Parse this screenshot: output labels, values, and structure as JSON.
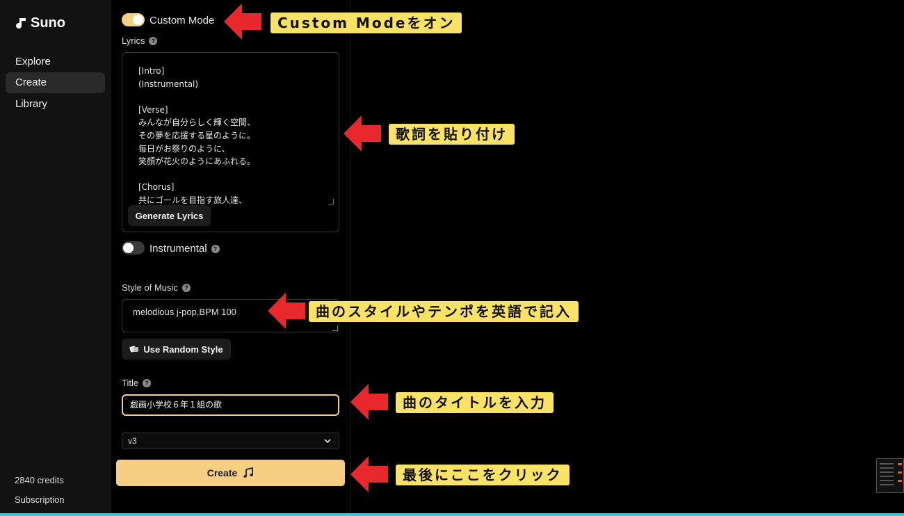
{
  "sidebar": {
    "brand": "Suno",
    "nav": [
      {
        "label": "Explore"
      },
      {
        "label": "Create"
      },
      {
        "label": "Library"
      }
    ],
    "credits": "2840 credits",
    "subscription": "Subscription"
  },
  "form": {
    "custom_mode_label": "Custom Mode",
    "custom_mode_on": true,
    "lyrics_label": "Lyrics",
    "lyrics_text": "[Intro]\n(Instrumental)\n\n[Verse]\nみんなが自分らしく輝く空間、\nその夢を応援する星のように。\n毎日がお祭りのように、\n笑顔が花火のようにあふれる。\n\n[Chorus]\n共にゴールを目指す旅人達、",
    "generate_lyrics": "Generate Lyrics",
    "instrumental_label": "Instrumental",
    "instrumental_on": false,
    "style_label": "Style of Music",
    "style_value": "melodious j-pop,BPM 100",
    "random_style": "Use Random Style",
    "title_label": "Title",
    "title_value": "戯画小学校６年１組の歌",
    "model": "v3",
    "create": "Create"
  },
  "annotations": {
    "custom_mode": "Custom Modeをオン",
    "lyrics": "歌詞を貼り付け",
    "style": "曲のスタイルやテンポを英語で記入",
    "title": "曲のタイトルを入力",
    "create": "最後にここをクリック"
  },
  "colors": {
    "accent": "#f6cf84",
    "callout_bg": "#fae266",
    "arrow": "#e8282c",
    "sidebar_bg": "#121212"
  }
}
